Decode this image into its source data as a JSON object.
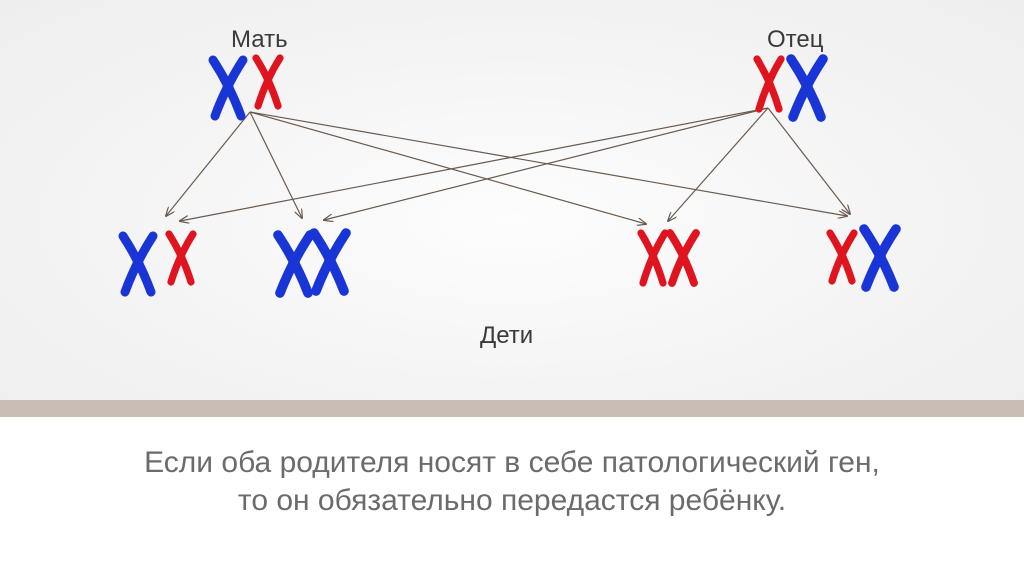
{
  "labels": {
    "mother": "Мать",
    "father": "Отец",
    "children": "Дети"
  },
  "caption": {
    "line1": "Если оба родителя носят в себе патологический ген,",
    "line2": "то он обязательно передастся ребёнку."
  },
  "colors": {
    "normal_chromosome": "#1a35d6",
    "affected_chromosome": "#e0141e",
    "arrow": "#6a5a4e",
    "band": "#c9bdb6"
  },
  "chromosomes": {
    "mother": [
      "normal",
      "affected"
    ],
    "father": [
      "affected",
      "normal"
    ],
    "child1": [
      "normal",
      "affected"
    ],
    "child2": [
      "normal",
      "normal"
    ],
    "child3": [
      "affected",
      "affected"
    ],
    "child4": [
      "affected",
      "normal"
    ]
  }
}
